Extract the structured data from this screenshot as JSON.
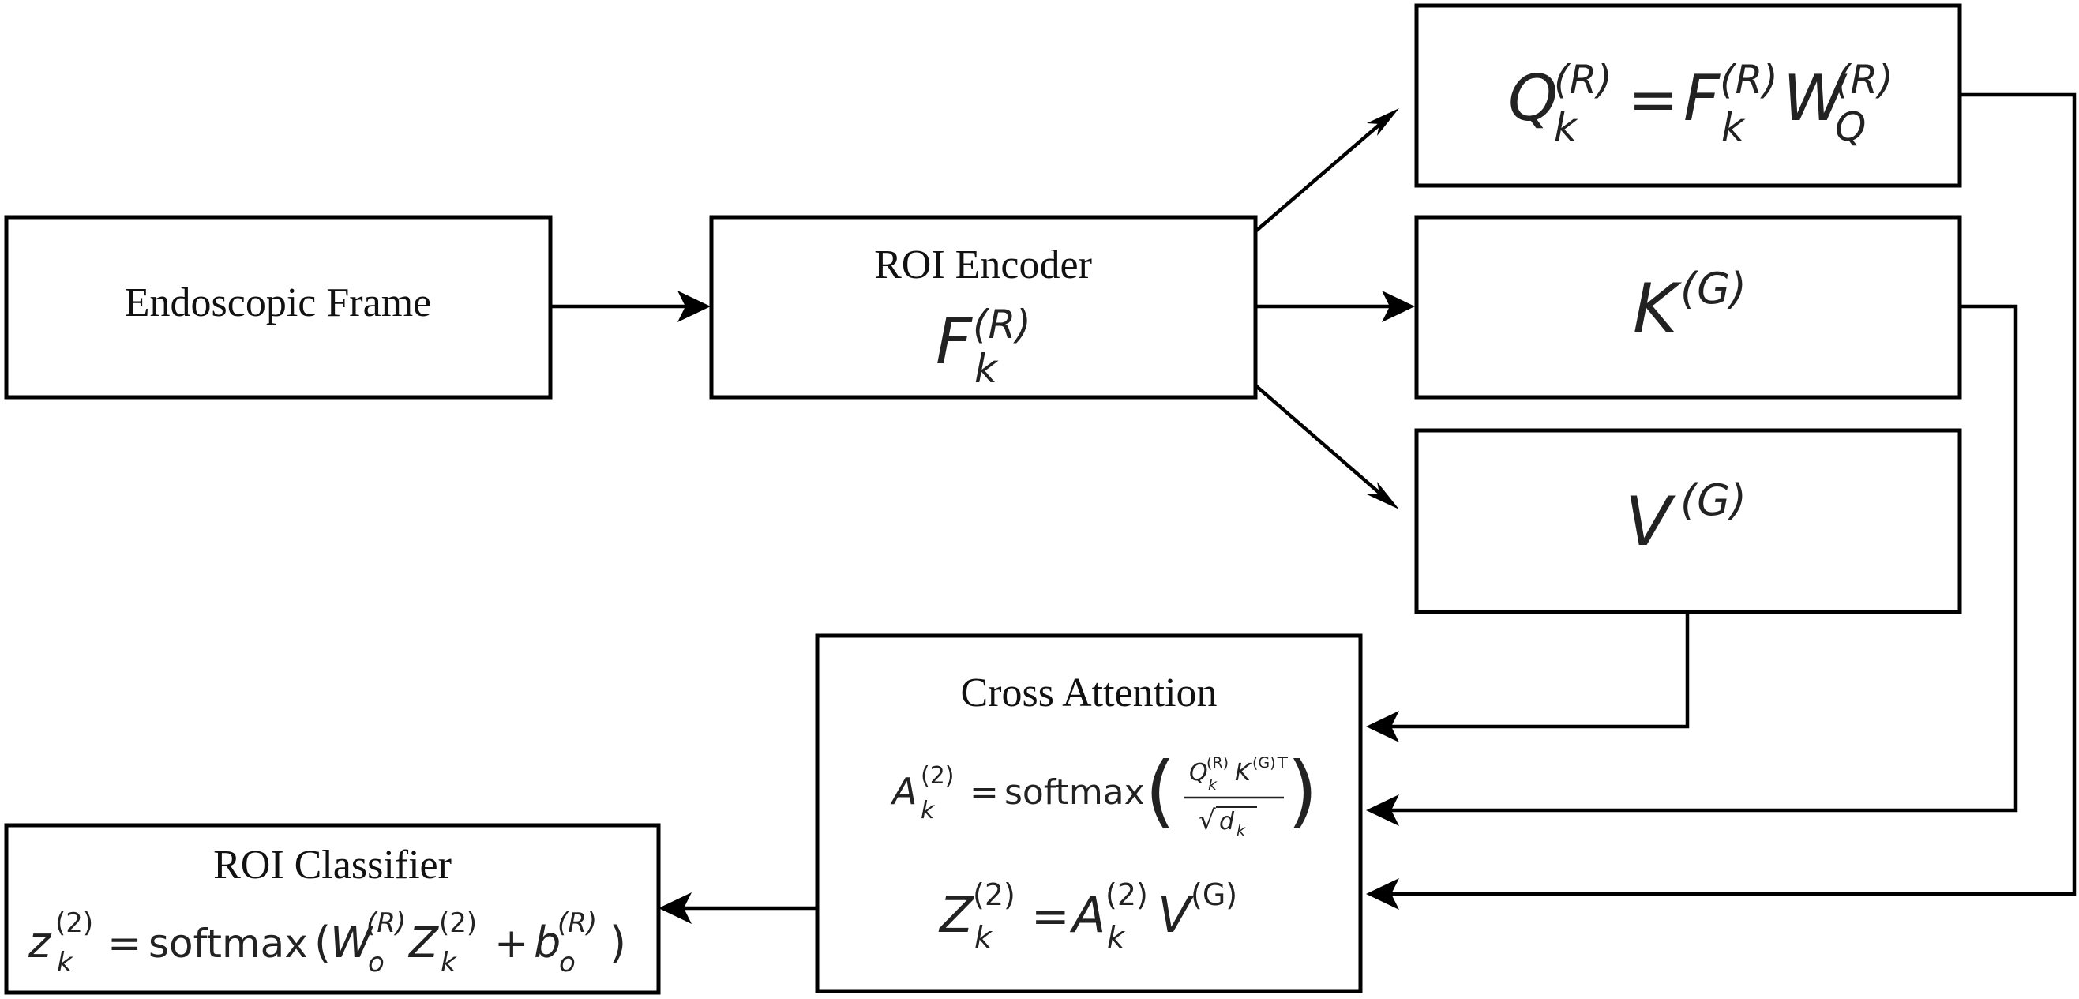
{
  "nodes": {
    "frame": {
      "label": "Endoscopic Frame"
    },
    "encoder": {
      "label": "ROI Encoder",
      "formula": "F_k^(R)"
    },
    "query": {
      "formula": "Q_k^(R) = F_k^(R) W_Q^(R)"
    },
    "key": {
      "formula": "K^(G)"
    },
    "value": {
      "formula": "V^(G)"
    },
    "attention": {
      "label": "Cross Attention",
      "formula_a": "A_k^(2) = softmax( Q_k^(R) K^(G)T / sqrt(d_k) )",
      "formula_z": "Z_k^(2) = A_k^(2) V^(G)"
    },
    "classifier": {
      "label": "ROI Classifier",
      "formula": "z_k^(2) = softmax(W_o^(R) Z_k^(2) + b_o^(R))"
    }
  },
  "math": {
    "F": "F",
    "Q": "Q",
    "K": "K",
    "V": "V",
    "W": "W",
    "A": "A",
    "Z": "Z",
    "z": "z",
    "b": "b",
    "d": "d",
    "k": "k",
    "o": "o",
    "Qsub": "Q",
    "R": "(R)",
    "G": "(G)",
    "two": "(2)",
    "eq": "=",
    "plus": "+",
    "T": "⊤",
    "softmax": "softmax",
    "lparen": "(",
    "rparen": ")",
    "sqrt": "√"
  },
  "edges": [
    {
      "from": "frame",
      "to": "encoder"
    },
    {
      "from": "encoder",
      "to": "query"
    },
    {
      "from": "encoder",
      "to": "key"
    },
    {
      "from": "encoder",
      "to": "value"
    },
    {
      "from": "value",
      "to": "attention"
    },
    {
      "from": "key",
      "to": "attention"
    },
    {
      "from": "query",
      "to": "attention"
    },
    {
      "from": "attention",
      "to": "classifier"
    }
  ]
}
